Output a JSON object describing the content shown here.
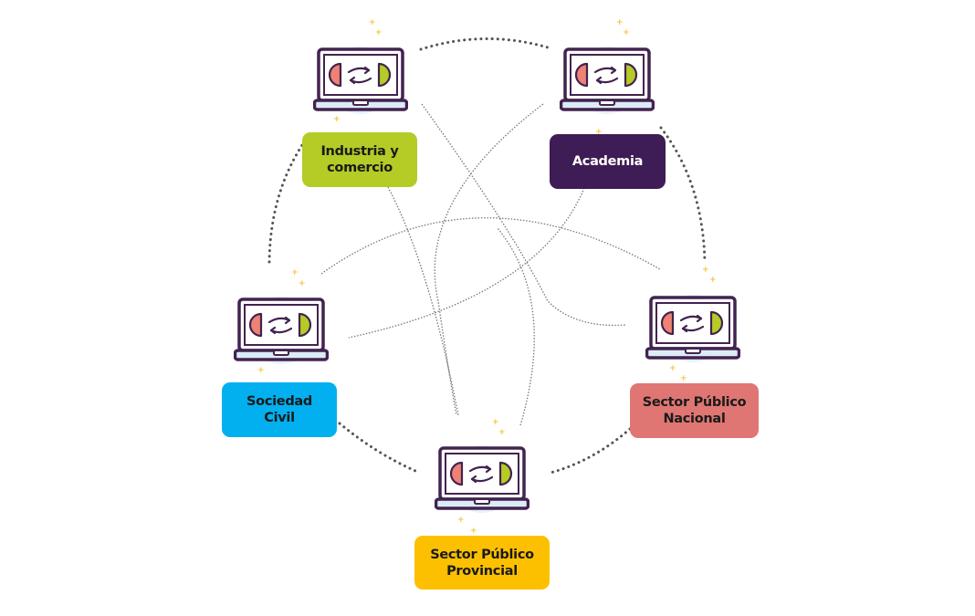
{
  "diagram": {
    "nodes": [
      {
        "id": "industria",
        "label": "Industria y\ncomercio",
        "color": "#b5cb26",
        "text_color": "#1a1a1a",
        "icon": "laptop-exchange-icon"
      },
      {
        "id": "academia",
        "label": "Academia",
        "color": "#3e1c55",
        "text_color": "#ffffff",
        "icon": "laptop-exchange-icon"
      },
      {
        "id": "nacional",
        "label": "Sector Público\nNacional",
        "color": "#e07673",
        "text_color": "#1a1a1a",
        "icon": "laptop-exchange-icon"
      },
      {
        "id": "provincial",
        "label": "Sector Público\nProvincial",
        "color": "#fdc000",
        "text_color": "#1a1a1a",
        "icon": "laptop-exchange-icon"
      },
      {
        "id": "civil",
        "label": "Sociedad\nCivil",
        "color": "#02b0ef",
        "text_color": "#1a1a1a",
        "icon": "laptop-exchange-icon"
      }
    ],
    "outer_ring": [
      [
        "industria",
        "academia"
      ],
      [
        "academia",
        "nacional"
      ],
      [
        "nacional",
        "provincial"
      ],
      [
        "provincial",
        "civil"
      ],
      [
        "civil",
        "industria"
      ]
    ],
    "inner_links": [
      [
        "industria",
        "nacional"
      ],
      [
        "industria",
        "provincial"
      ],
      [
        "academia",
        "civil"
      ],
      [
        "academia",
        "provincial"
      ],
      [
        "civil",
        "nacional"
      ]
    ],
    "colors": {
      "laptop_outline": "#42234f",
      "screen_left": "#ee8274",
      "screen_right": "#b5cb26",
      "halo": "#e6f3fb",
      "sparkle": "#f7c33d",
      "ring_dots": "#555555",
      "inner_dots": "#777777"
    }
  }
}
